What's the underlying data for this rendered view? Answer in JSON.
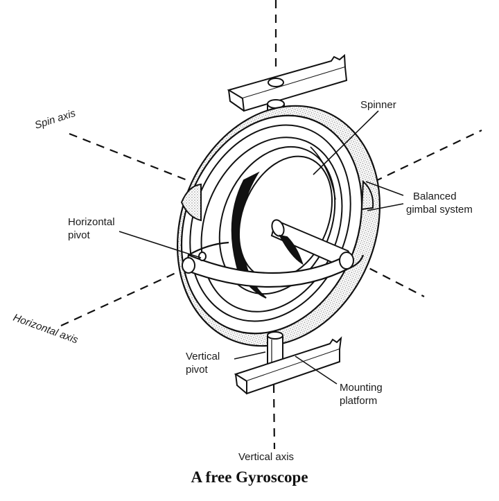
{
  "figure": {
    "caption": "A free Gyroscope",
    "labels": {
      "spin_axis": "Spin axis",
      "spinner": "Spinner",
      "balanced_gimbal_line1": "Balanced",
      "balanced_gimbal_line2": "gimbal system",
      "horizontal_pivot_line1": "Horizontal",
      "horizontal_pivot_line2": "pivot",
      "horizontal_axis": "Horizontal axis",
      "vertical_pivot_line1": "Vertical",
      "vertical_pivot_line2": "pivot",
      "mounting_platform_line1": "Mounting",
      "mounting_platform_line2": "platform",
      "vertical_axis": "Vertical axis"
    }
  }
}
